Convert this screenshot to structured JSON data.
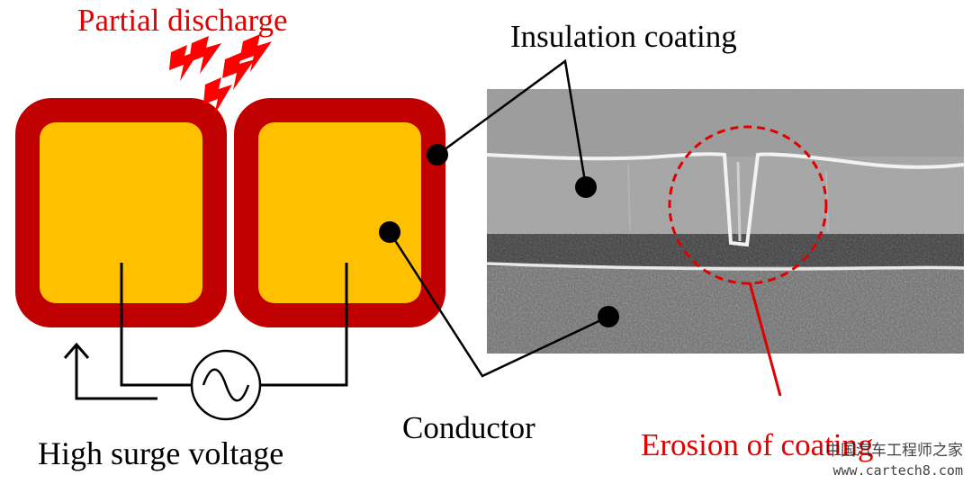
{
  "labels": {
    "partial_discharge": "Partial discharge",
    "insulation_coating": "Insulation coating",
    "conductor": "Conductor",
    "high_surge_voltage": "High surge voltage",
    "erosion_of_coating": "Erosion of coating"
  },
  "watermark": {
    "site_cn": "中国汽车工程师之家",
    "site_url": "www.cartech8.com"
  },
  "colors": {
    "coating": "#c00000",
    "conductor": "#ffc000",
    "discharge": "#ff0000",
    "label_accent": "#e00000",
    "line": "#000000"
  },
  "icons": {
    "discharge": "lightning-bolt-icon",
    "source": "ac-source-icon",
    "arrow": "up-arrow-icon"
  }
}
